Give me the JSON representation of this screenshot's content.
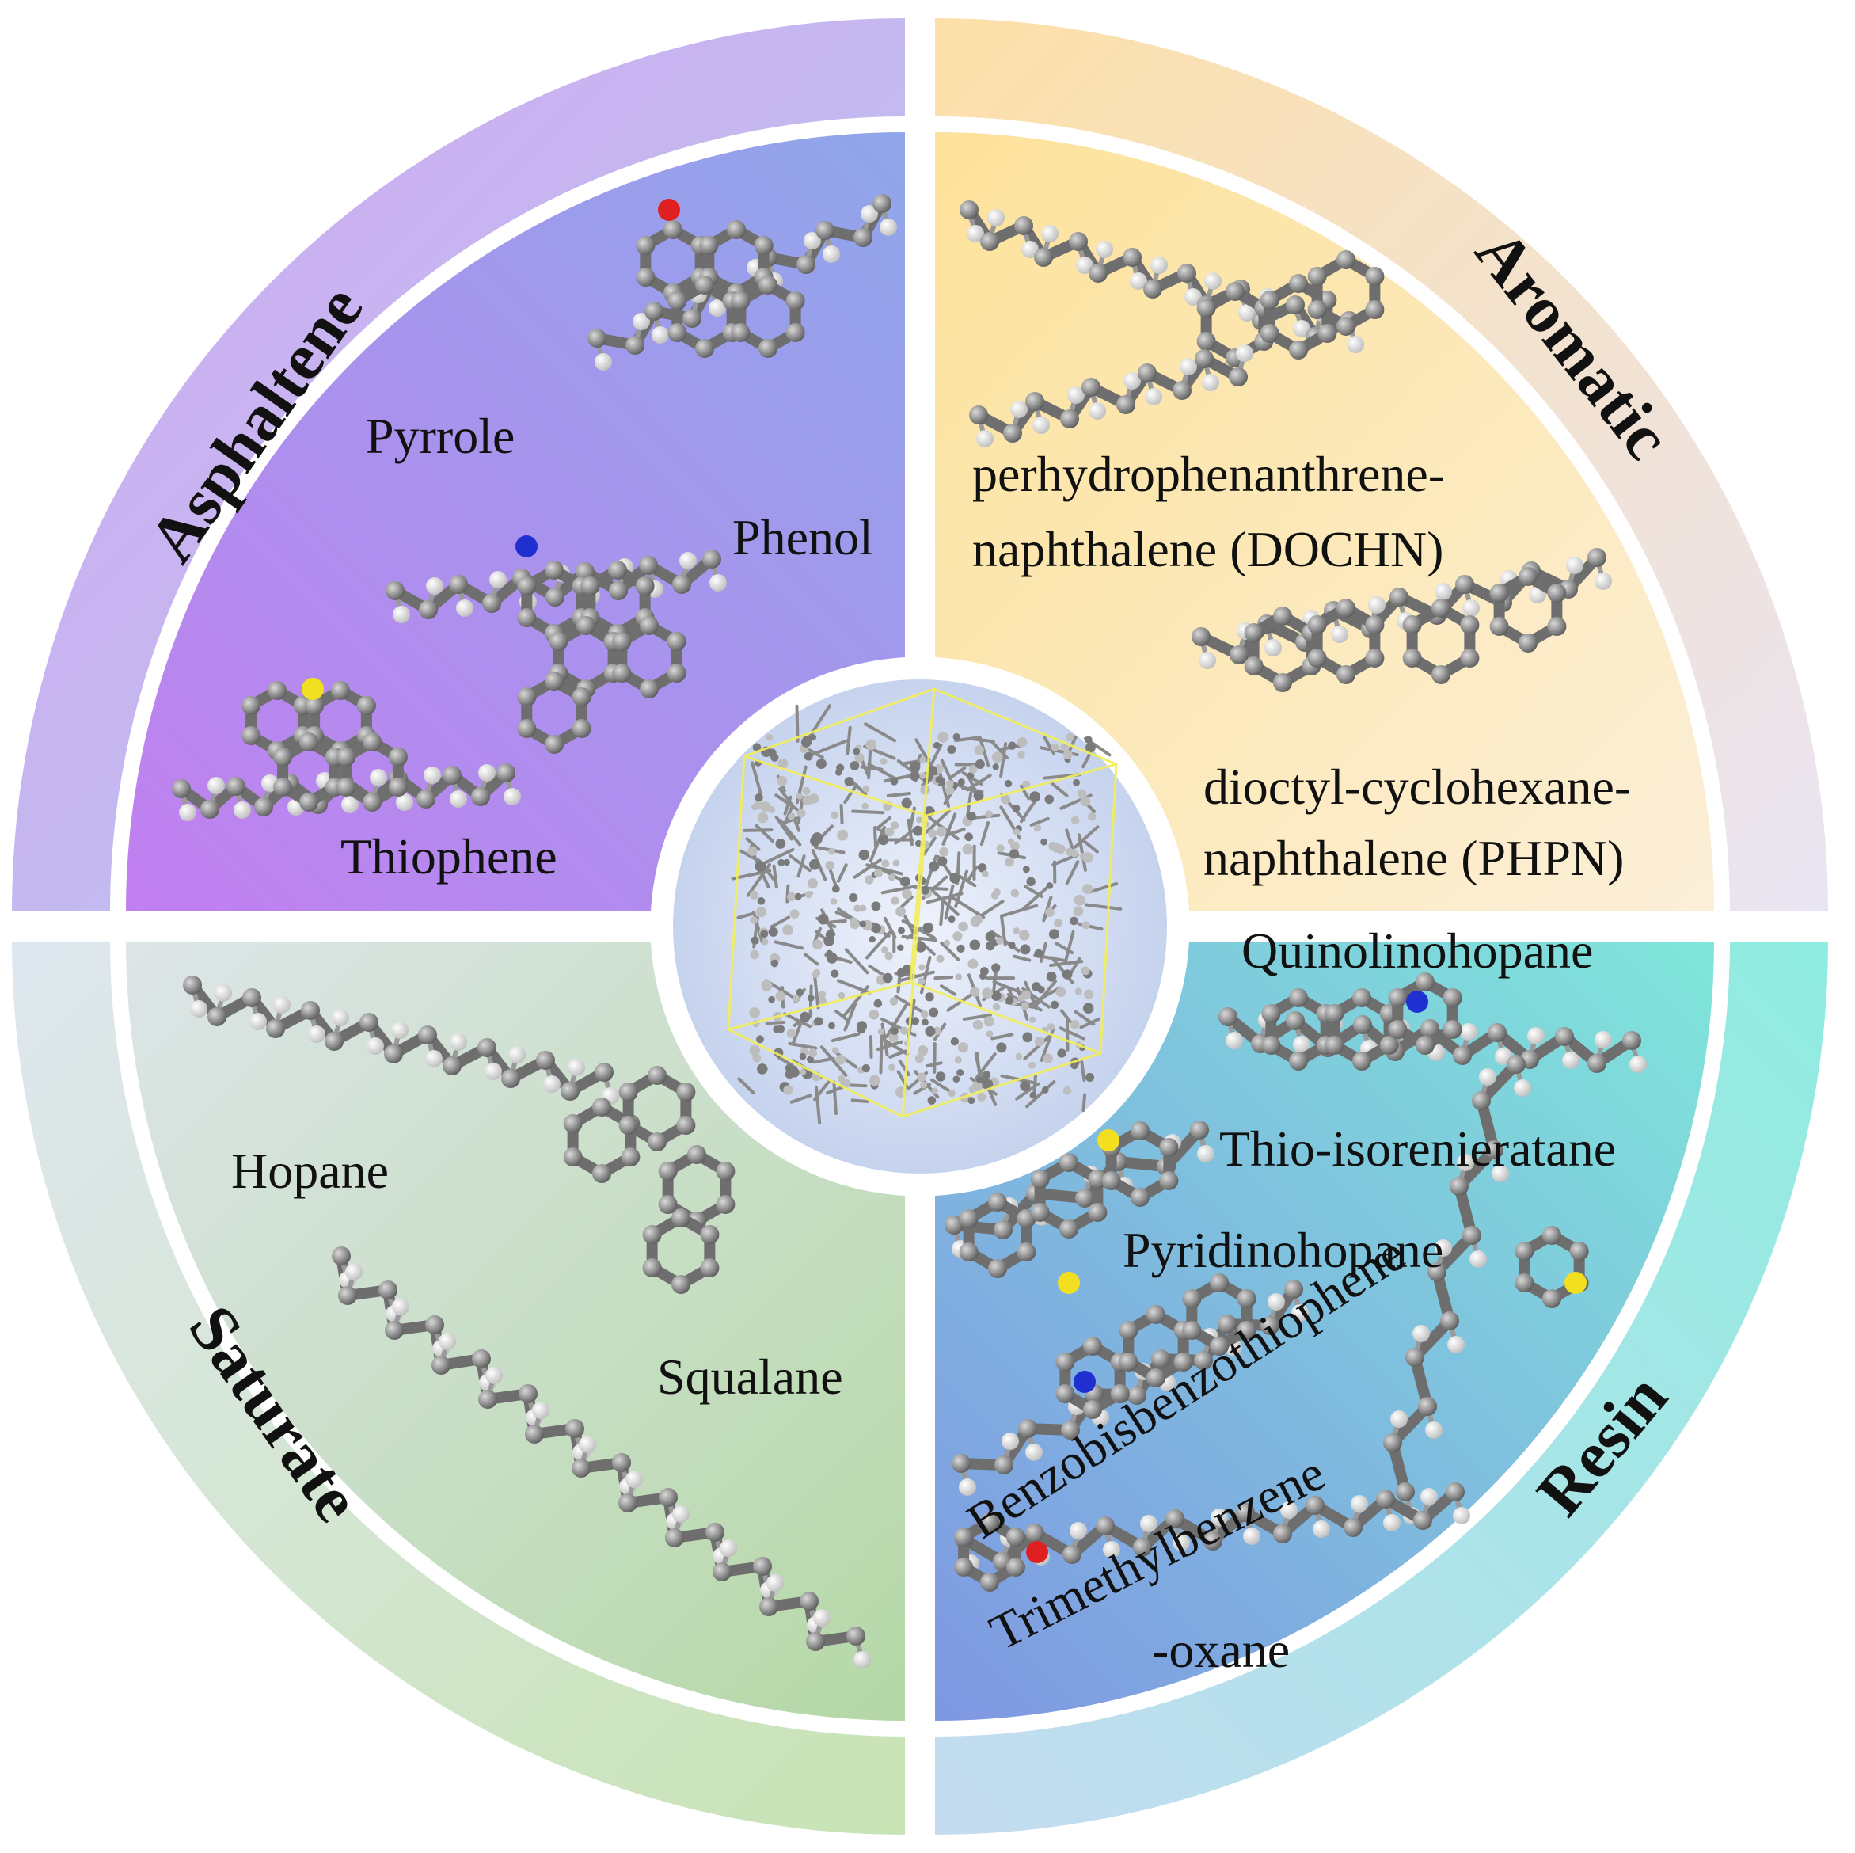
{
  "categories": {
    "asphaltene": "Asphaltene",
    "aromatic": "Aromatic",
    "saturate": "Saturate",
    "resin": "Resin"
  },
  "molecules": {
    "asphaltene": {
      "pyrrole": "Pyrrole",
      "phenol": "Phenol",
      "thiophene": "Thiophene"
    },
    "aromatic": {
      "dochn_line1": "perhydrophenanthrene-",
      "dochn_line2": "naphthalene (DOCHN)",
      "phpn_line1": "dioctyl-cyclohexane-",
      "phpn_line2": "naphthalene (PHPN)"
    },
    "saturate": {
      "hopane": "Hopane",
      "squalane": "Squalane"
    },
    "resin": {
      "quinolinohopane": "Quinolinohopane",
      "thio_isorenieratane": "Thio-isorenieratane",
      "pyridinohopane": "Pyridinohopane",
      "benzobisbenzothiophene": "Benzobisbenzothiophene",
      "trimethylbenzene_line1": "Trimethylbenzene",
      "trimethylbenzene_line2": "-oxane"
    }
  },
  "colors": {
    "asphaltene_outer": "#c9a8f0",
    "asphaltene_inner": "#a58ce8",
    "aromatic_outer": "#f6e6c4",
    "aromatic_inner": "#fbe7b4",
    "saturate_outer": "#d6e7cd",
    "saturate_inner": "#c2dcb8",
    "resin_outer": "#a8e9e4",
    "resin_inner": "#8fc9ea",
    "molecule_carbon": "#7d7d7d",
    "molecule_hydrogen": "#f2f2f2",
    "atom_oxygen": "#e02020",
    "atom_nitrogen": "#2030d0",
    "atom_sulfur": "#f2e020",
    "cell_box": "#f3ee5a"
  },
  "icons": [
    "asphaltene-molecule-icon",
    "aromatic-molecule-icon",
    "saturate-molecule-icon",
    "resin-molecule-icon",
    "simulation-cell-icon"
  ]
}
